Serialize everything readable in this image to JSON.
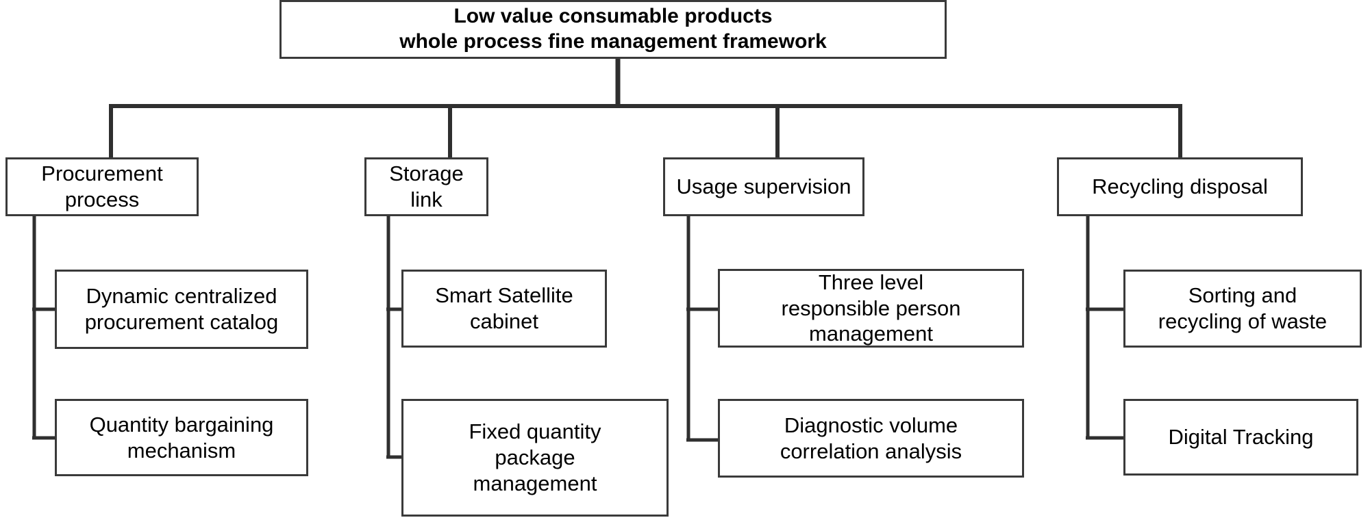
{
  "diagram": {
    "title_box": {
      "text": "Low value consumable products\nwhole process fine management framework"
    },
    "branches": [
      {
        "label": "Procurement\nprocess",
        "children": [
          {
            "label": "Dynamic centralized\nprocurement catalog"
          },
          {
            "label": "Quantity bargaining\nmechanism"
          }
        ]
      },
      {
        "label": "Storage link",
        "children": [
          {
            "label": "Smart Satellite\ncabinet"
          },
          {
            "label": "Fixed quantity\npackage\nmanagement"
          }
        ]
      },
      {
        "label": "Usage supervision",
        "children": [
          {
            "label": "Three level\nresponsible person\nmanagement"
          },
          {
            "label": "Diagnostic volume\ncorrelation analysis"
          }
        ]
      },
      {
        "label": "Recycling disposal",
        "children": [
          {
            "label": "Sorting and\nrecycling of waste"
          },
          {
            "label": "Digital Tracking"
          }
        ]
      }
    ],
    "colors": {
      "line": "#2f2f2f",
      "box_border": "#3a3a3a",
      "box_fill": "#ffffff",
      "text": "#000000"
    }
  }
}
